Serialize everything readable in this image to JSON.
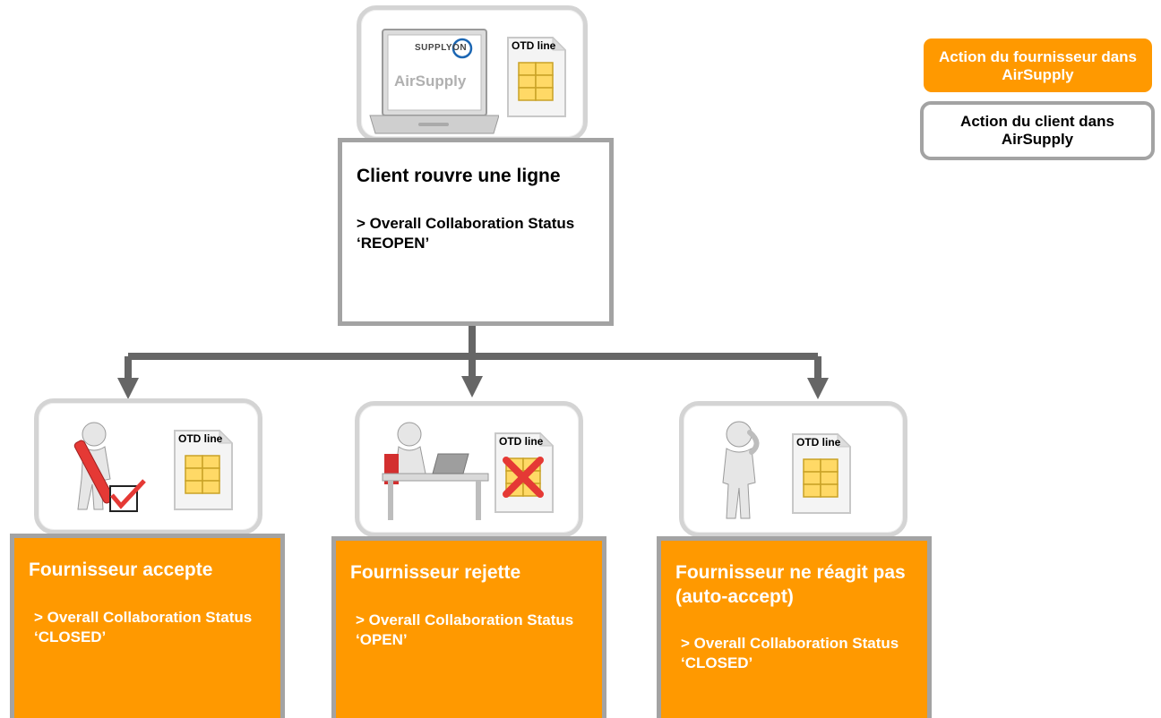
{
  "legend": {
    "supplier": "Action du fournisseur dans AirSupply",
    "client": "Action du client dans AirSupply"
  },
  "top": {
    "logo_brand": "SUPPLYON",
    "screen_text": "AirSupply",
    "doc_label": "OTD line",
    "title": "Client rouvre une ligne",
    "status": "> Overall Collaboration Status ‘REOPEN’"
  },
  "branches": [
    {
      "doc_label": "OTD line",
      "title": "Fournisseur accepte",
      "status": "> Overall Collaboration Status ‘CLOSED’"
    },
    {
      "doc_label": "OTD line",
      "title": "Fournisseur rejette",
      "status": "> Overall Collaboration Status ‘OPEN’"
    },
    {
      "doc_label": "OTD line",
      "title": "Fournisseur ne réagit pas (auto-accept)",
      "status": "> Overall Collaboration Status ‘CLOSED’"
    }
  ],
  "colors": {
    "supplier_orange": "#ff9900",
    "border_gray": "#a3a3a3",
    "connector_gray": "#666666"
  }
}
